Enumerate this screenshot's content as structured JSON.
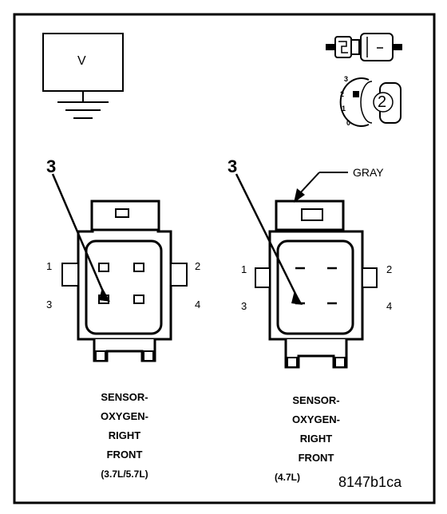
{
  "meter": {
    "symbol": "V"
  },
  "selector": {
    "scale": [
      "3",
      "2",
      "1",
      "0"
    ],
    "position": "2"
  },
  "left_connector": {
    "callout": "3",
    "pins": [
      "1",
      "2",
      "3",
      "4"
    ],
    "caption": [
      "SENSOR-",
      "OXYGEN-",
      "RIGHT",
      "FRONT",
      "(3.7L/5.7L)"
    ]
  },
  "right_connector": {
    "callout": "3",
    "color_label": "GRAY",
    "pins": [
      "1",
      "2",
      "3",
      "4"
    ],
    "caption": [
      "SENSOR-",
      "OXYGEN-",
      "RIGHT",
      "FRONT",
      "(4.7L)"
    ]
  },
  "figure_id": "8147b1ca"
}
